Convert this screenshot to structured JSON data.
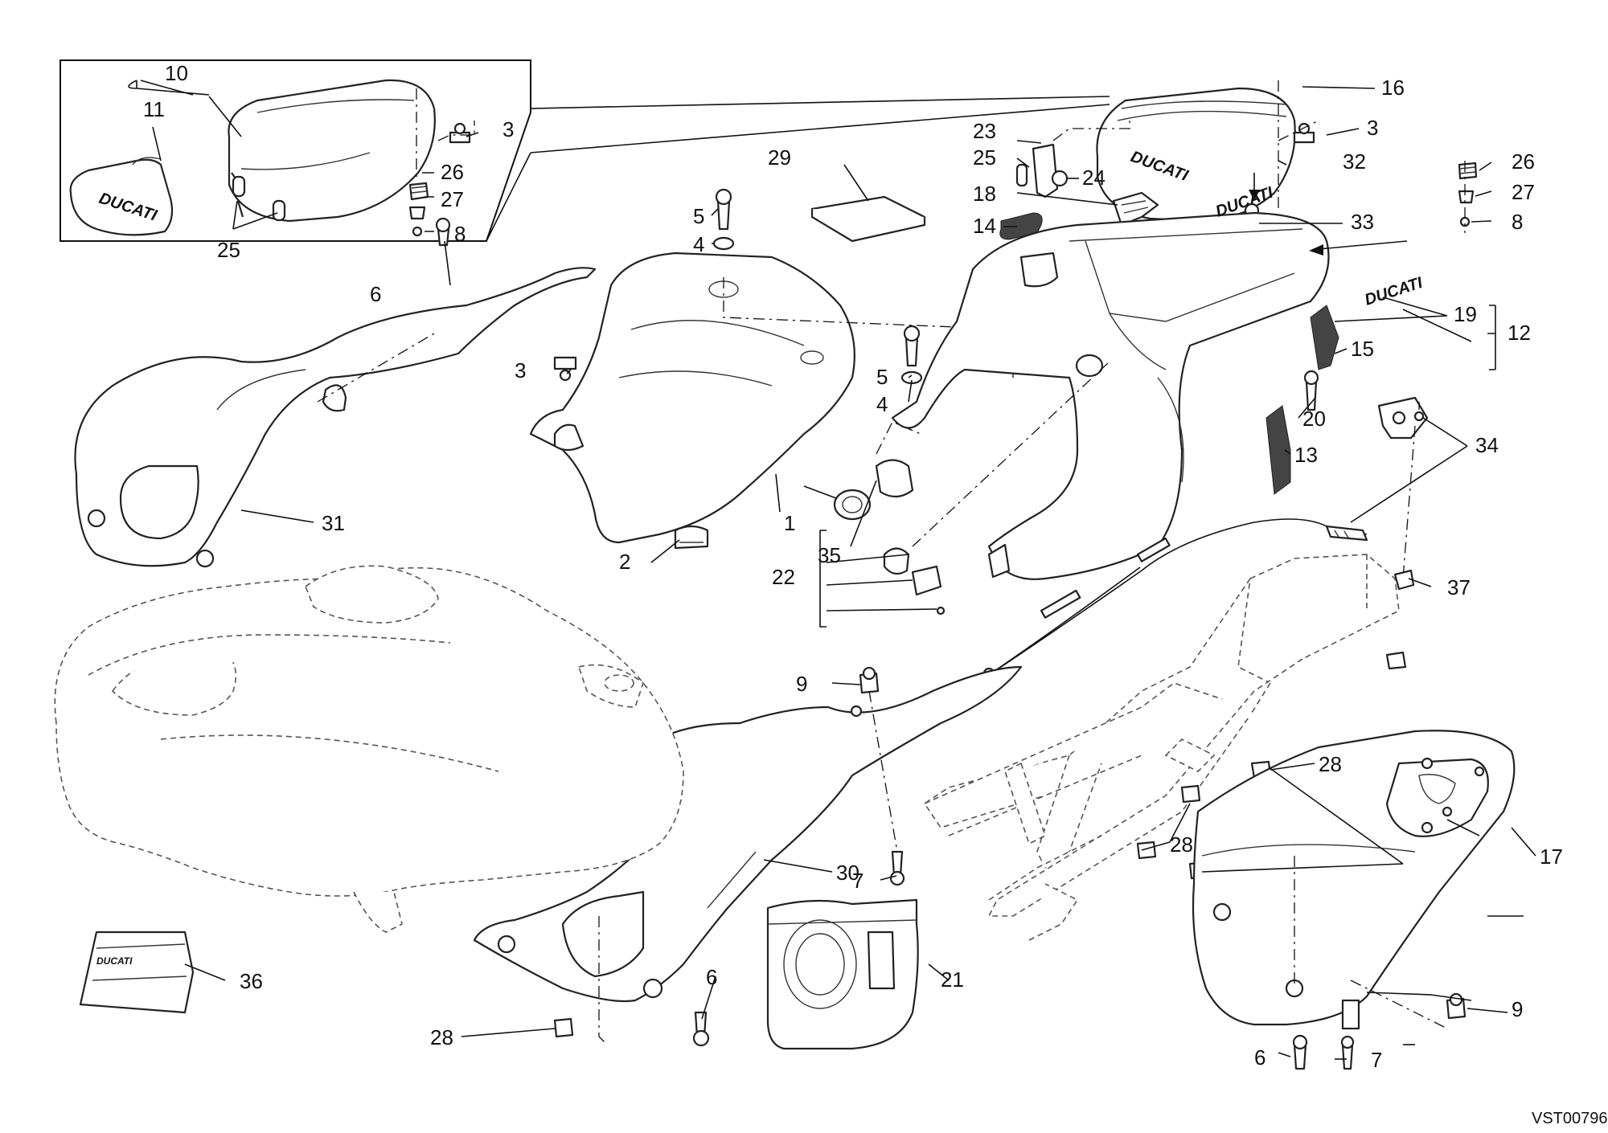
{
  "diagram": {
    "reference_code": "VST00796",
    "logo_text": "DUCATI",
    "callouts": [
      "1",
      "2",
      "3",
      "4",
      "5",
      "6",
      "7",
      "8",
      "9",
      "10",
      "11",
      "12",
      "13",
      "14",
      "15",
      "16",
      "17",
      "18",
      "19",
      "20",
      "21",
      "22",
      "23",
      "24",
      "25",
      "26",
      "27",
      "28",
      "29",
      "30",
      "31",
      "32",
      "33",
      "34",
      "35",
      "36",
      "37"
    ],
    "colors": {
      "line": "#222222",
      "background": "#ffffff"
    }
  }
}
